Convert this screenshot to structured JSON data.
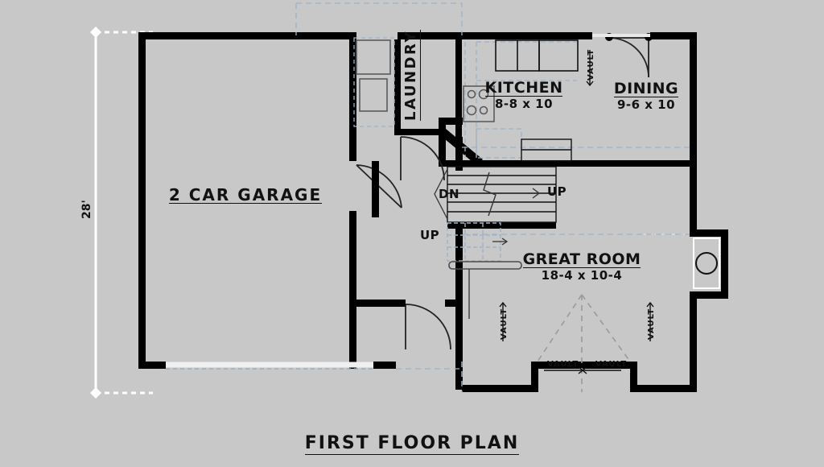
{
  "document": {
    "title": "FIRST FLOOR PLAN",
    "background_color": "#c8c8c8",
    "wall_color": "#000000",
    "line_color": "#111111"
  },
  "dimensions": {
    "left_overall": "28'"
  },
  "rooms": [
    {
      "id": "garage",
      "name": "2 CAR GARAGE",
      "dims": ""
    },
    {
      "id": "laundry",
      "name": "LAUNDRY",
      "dims": ""
    },
    {
      "id": "kitchen",
      "name": "KITCHEN",
      "dims": "8-8 x 10"
    },
    {
      "id": "dining",
      "name": "DINING",
      "dims": "9-6 x 10"
    },
    {
      "id": "great_room",
      "name": "GREAT ROOM",
      "dims": "18-4 x 10-4"
    }
  ],
  "stairs": [
    {
      "id": "stair-dn",
      "label": "DN"
    },
    {
      "id": "stair-up-main",
      "label": "UP"
    },
    {
      "id": "stair-up-lower",
      "label": "UP"
    }
  ],
  "vault_markers": [
    {
      "id": "vault-kitchen-right",
      "label": "VAULT",
      "orientation": "vertical"
    },
    {
      "id": "vault-great-left",
      "label": "VAULT",
      "orientation": "vertical"
    },
    {
      "id": "vault-great-right",
      "label": "VAULT",
      "orientation": "vertical"
    },
    {
      "id": "vault-bay-left",
      "label": "VAULT",
      "orientation": "horizontal"
    },
    {
      "id": "vault-bay-right",
      "label": "VAULT",
      "orientation": "horizontal"
    }
  ]
}
